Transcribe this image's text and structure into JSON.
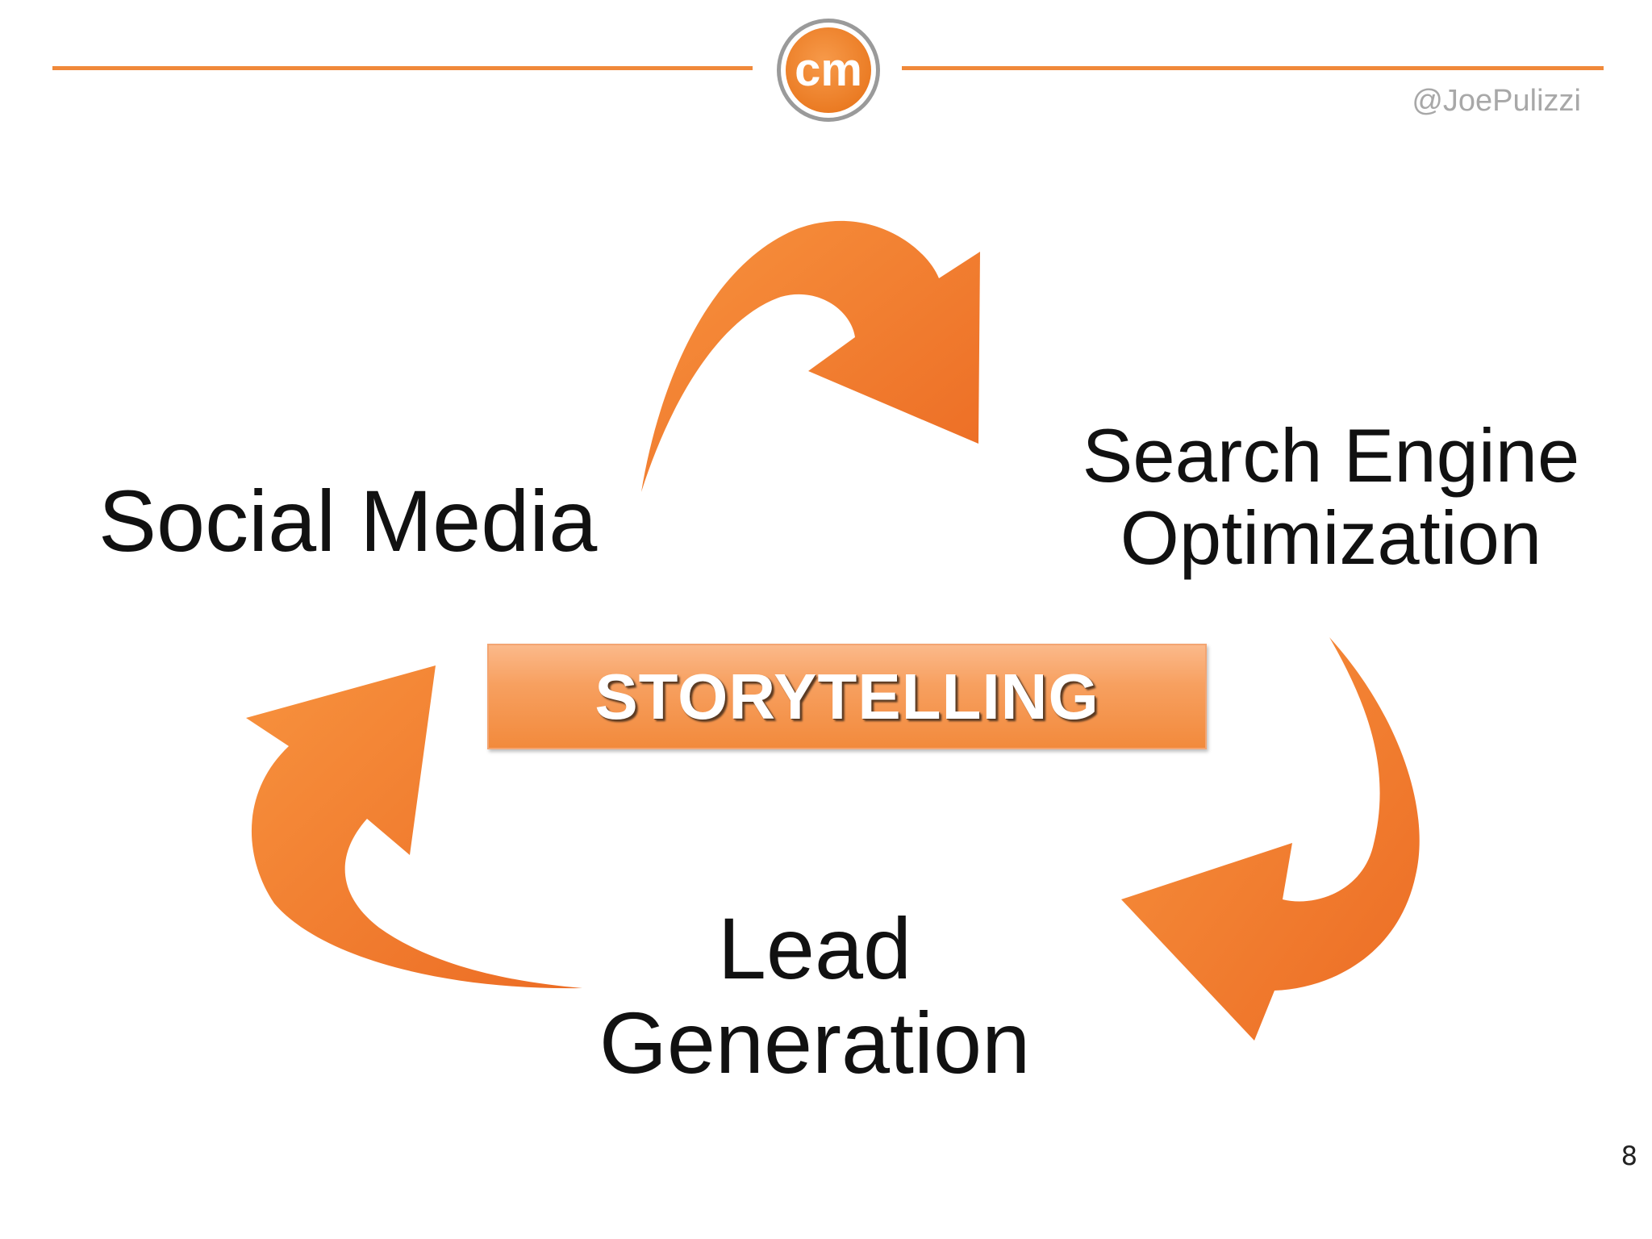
{
  "header": {
    "logo_text": "cm",
    "handle": "@JoePulizzi"
  },
  "diagram": {
    "center_label": "STORYTELLING",
    "nodes": [
      {
        "id": "social",
        "lines": [
          "Social Media"
        ]
      },
      {
        "id": "seo",
        "lines": [
          "Search Engine",
          "Optimization"
        ]
      },
      {
        "id": "lead",
        "lines": [
          "Lead",
          "Generation"
        ]
      }
    ],
    "cycle_order": [
      "social",
      "seo",
      "lead",
      "social"
    ],
    "arrow_color": "#f07a2a",
    "accent_color": "#f0893a"
  },
  "footer": {
    "page_number": "8"
  }
}
